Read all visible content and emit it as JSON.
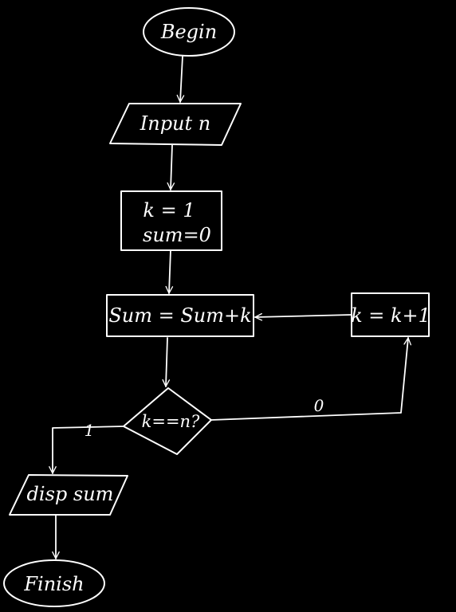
{
  "nodes": {
    "begin": "Begin",
    "input": "Input n",
    "init_k": "k = 1",
    "init_sum": "sum=0",
    "accumulate": "Sum = Sum+k",
    "increment": "k = k+1",
    "decision": "k==n?",
    "display": "disp sum",
    "finish": "Finish"
  },
  "edges": {
    "yes_label": "1",
    "no_label": "0"
  },
  "colors": {
    "background": "#000000",
    "stroke": "#ffffff"
  }
}
